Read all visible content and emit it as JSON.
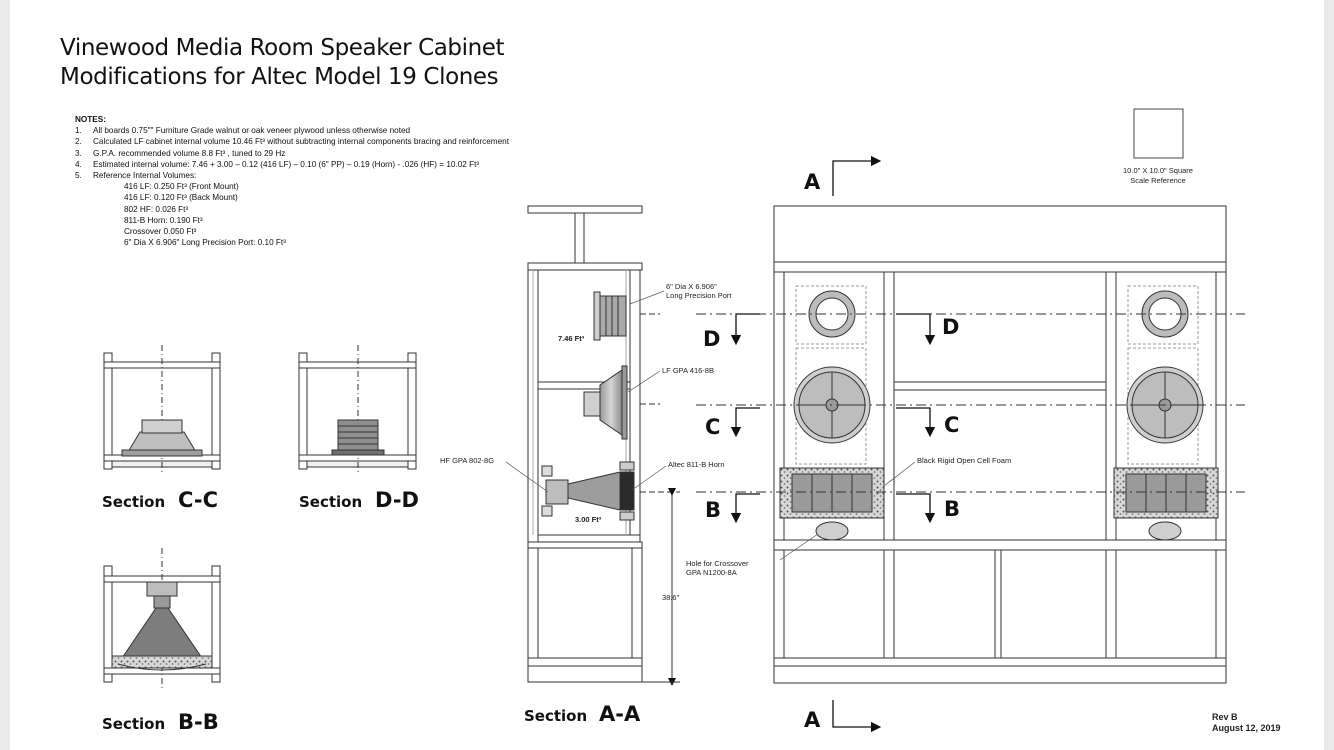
{
  "title": {
    "line1": "Vinewood Media Room Speaker Cabinet",
    "line2": "Modifications for Altec Model 19 Clones"
  },
  "notes": {
    "heading": "NOTES:",
    "items": [
      {
        "num": "1.",
        "text": "All boards 0.75\"\" Furniture Grade walnut or oak veneer plywood unless otherwise noted"
      },
      {
        "num": "2.",
        "text": "Calculated LF cabinet internal volume 10.46 Ft³ without subtracting internal components bracing and reinforcement"
      },
      {
        "num": "3.",
        "text": "G.P.A. recommended volume 8.8 Ft³ , tuned to 29 Hz"
      },
      {
        "num": "4.",
        "text": "Estimated internal volume:  7.46 + 3.00 – 0.12 (416 LF) – 0.10 (6\" PP) – 0.19 (Horn) - .026 (HF) =  10.02 Ft³"
      },
      {
        "num": "5.",
        "text": "Reference Internal Volumes:"
      }
    ],
    "volumes": [
      "416 LF: 0.250 Ft³ (Front Mount)",
      "416 LF: 0.120 Ft³ (Back Mount)",
      "802 HF: 0.026 Ft³",
      "811-B Horn: 0.190 Ft³",
      "Crossover 0.050 Ft³",
      "6\" Dia X 6.906\" Long Precision Port: 0.10 Ft³"
    ]
  },
  "sections": {
    "word": "Section",
    "cc": "C-C",
    "dd": "D-D",
    "bb": "B-B",
    "aa": "A-A"
  },
  "section_aa_labels": {
    "port_line1": "6\" Dia X 6.906\"",
    "port_line2": "Long Precision Port",
    "lf": "LF GPA 416-8B",
    "hf": "HF GPA 802-8G",
    "horn": "Altec 811-B Horn",
    "vol_upper": "7.46 Ft³",
    "vol_lower": "3.00 Ft³",
    "height": "38.6\""
  },
  "front_view_labels": {
    "foam": "Black Rigid Open Cell Foam",
    "crossover_line1": "Hole for Crossover",
    "crossover_line2": "GPA N1200-8A",
    "scale_line1": "10.0\" X 10.0\" Square",
    "scale_line2": "Scale Reference"
  },
  "cut_letters": {
    "a": "A",
    "b": "B",
    "c": "C",
    "d": "D"
  },
  "revision": {
    "rev": "Rev B",
    "date": "August 12, 2019"
  }
}
